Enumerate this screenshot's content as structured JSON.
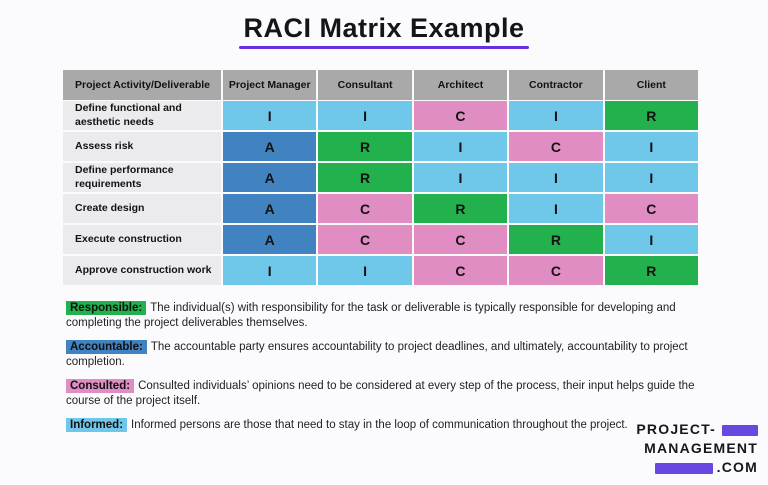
{
  "accent": {
    "underline": "#6a2ce2",
    "logo_purple": "#6848e0"
  },
  "chart_data": {
    "type": "table",
    "title": "RACI Matrix Example",
    "columns": [
      "Project Activity/Deliverable",
      "Project Manager",
      "Consultant",
      "Architect",
      "Contractor",
      "Client"
    ],
    "rows": [
      {
        "activity": "Define functional and aesthetic needs",
        "values": [
          "I",
          "I",
          "C",
          "I",
          "R"
        ]
      },
      {
        "activity": "Assess risk",
        "values": [
          "A",
          "R",
          "I",
          "C",
          "I"
        ]
      },
      {
        "activity": "Define performance requirements",
        "values": [
          "A",
          "R",
          "I",
          "I",
          "I"
        ]
      },
      {
        "activity": "Create design",
        "values": [
          "A",
          "C",
          "R",
          "I",
          "C"
        ]
      },
      {
        "activity": "Execute construction",
        "values": [
          "A",
          "C",
          "C",
          "R",
          "I"
        ]
      },
      {
        "activity": "Approve construction work",
        "values": [
          "I",
          "I",
          "C",
          "C",
          "R"
        ]
      }
    ],
    "value_colors": {
      "R": "#22b14c",
      "A": "#4182c0",
      "C": "#df8dc3",
      "I": "#6fc8ea"
    },
    "legend": [
      {
        "label": "Responsible:",
        "color": "#22b14c",
        "text": "The individual(s) with responsibility for the task or deliverable is typically responsible for developing and completing the project deliverables themselves."
      },
      {
        "label": "Accountable:",
        "color": "#4182c0",
        "text": "The accountable party ensures accountability to project deadlines, and ultimately, accountability to project completion."
      },
      {
        "label": "Consulted:",
        "color": "#df8dc3",
        "text": "Consulted individuals’ opinions need to be considered at every step of the process, their input helps guide the course of the project itself."
      },
      {
        "label": "Informed:",
        "color": "#6fc8ea",
        "text": "Informed persons are those that need to stay in the loop of communication throughout the project."
      }
    ]
  },
  "logo": {
    "line1": "PROJECT-",
    "line2": "MANAGEMENT",
    "line3": ".COM"
  }
}
